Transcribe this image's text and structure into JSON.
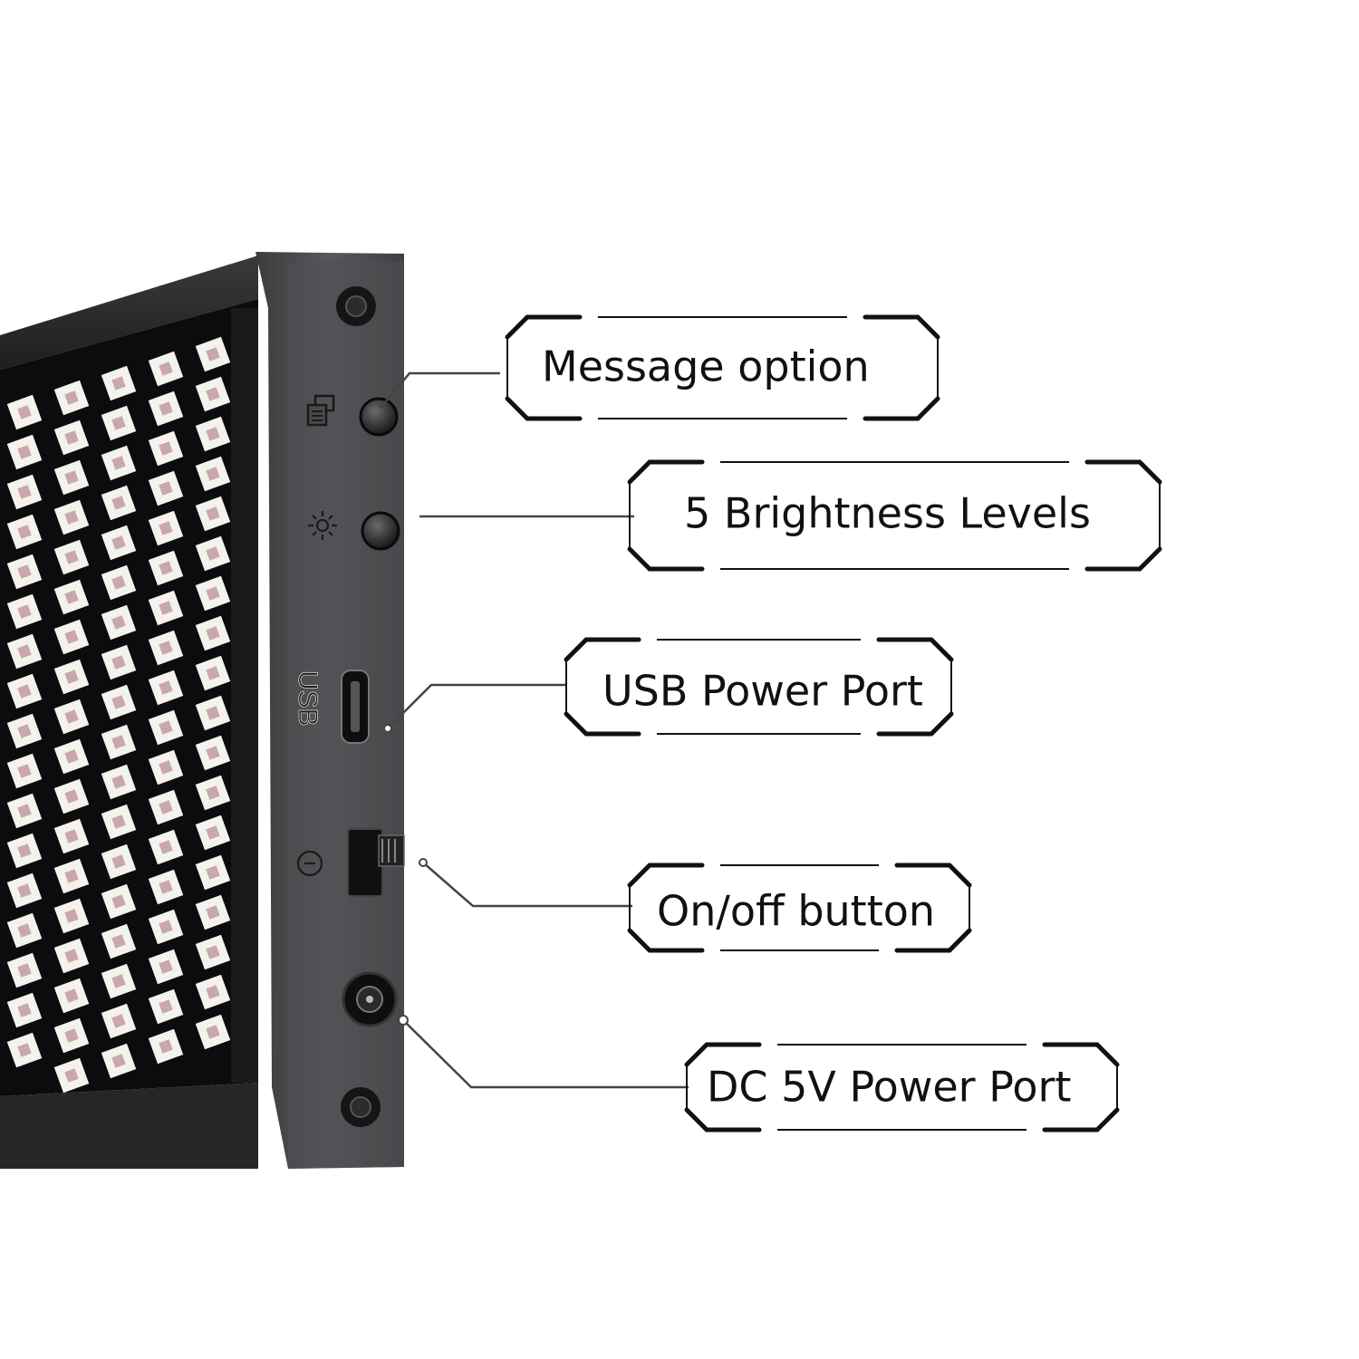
{
  "colors": {
    "background": "#ffffff",
    "panel_body": "#2e2e30",
    "side_rail": "#4a4a4d",
    "led_white": "#f4f2ec",
    "led_pink": "#c9a7ae",
    "text": "#111111"
  },
  "panel": {
    "side_labels": {
      "usb": "USB"
    },
    "icons": [
      "message-icon",
      "brightness-icon",
      "power-symbol-icon"
    ]
  },
  "callouts": [
    {
      "id": "message",
      "label": "Message option"
    },
    {
      "id": "brightness",
      "label": "5 Brightness Levels"
    },
    {
      "id": "usb",
      "label": "USB Power Port"
    },
    {
      "id": "onoff",
      "label": "On/off button"
    },
    {
      "id": "dc",
      "label": "DC 5V Power Port"
    }
  ]
}
